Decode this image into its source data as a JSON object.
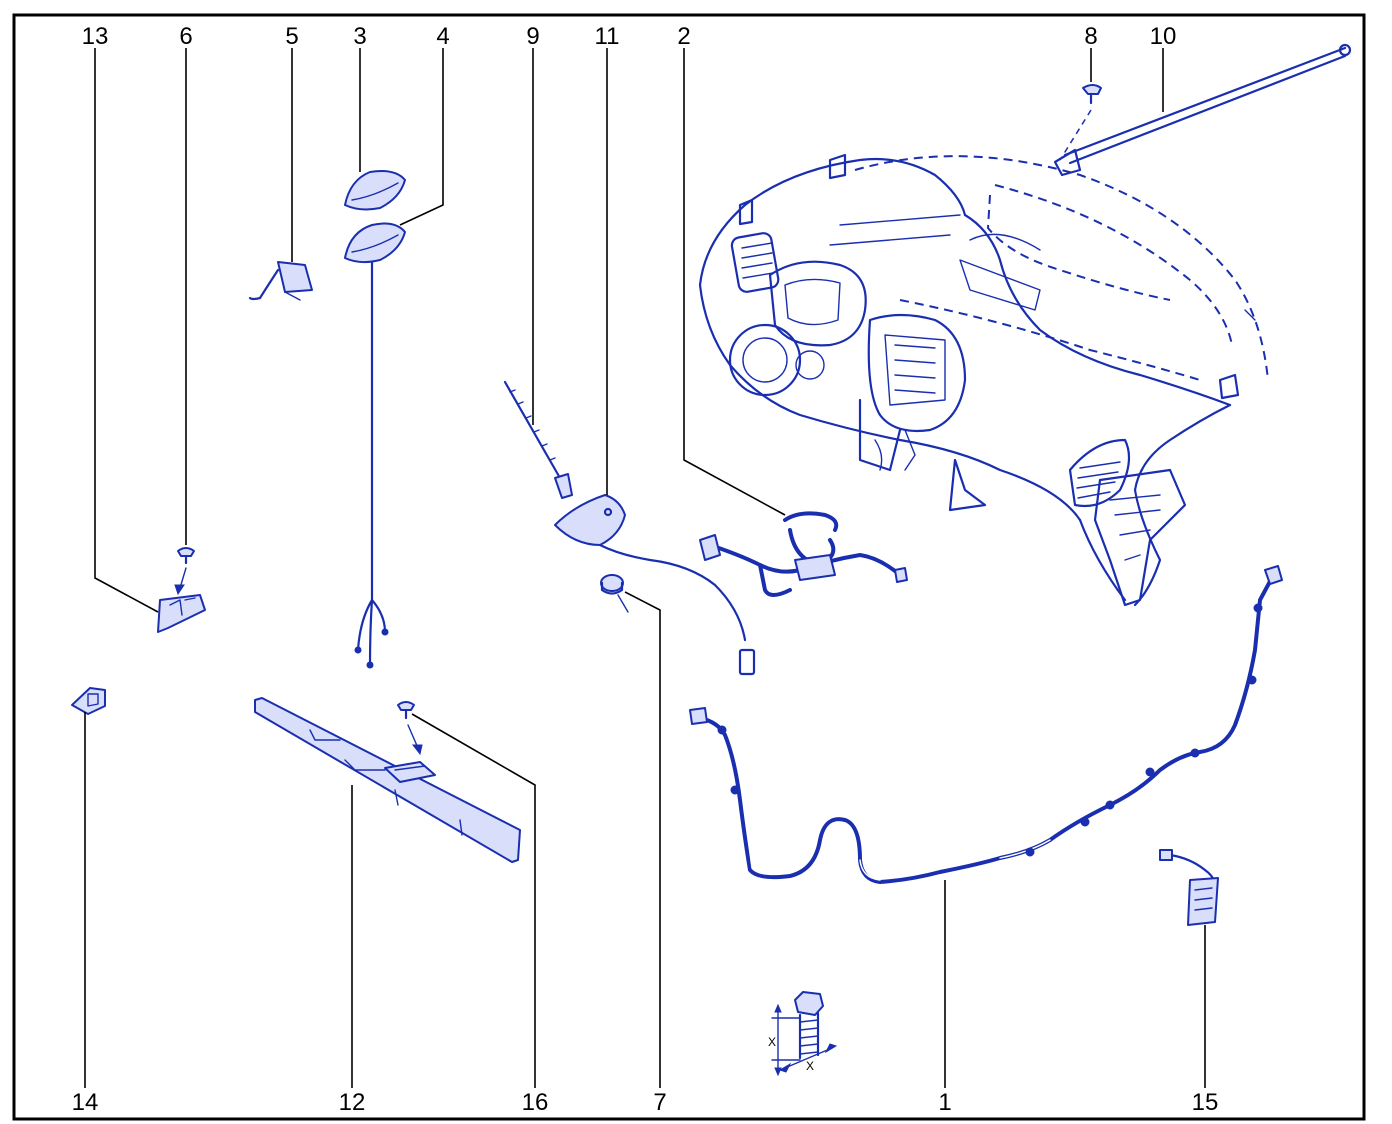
{
  "callouts": [
    {
      "id": "13",
      "text": "13"
    },
    {
      "id": "6",
      "text": "6"
    },
    {
      "id": "5",
      "text": "5"
    },
    {
      "id": "3",
      "text": "3"
    },
    {
      "id": "4",
      "text": "4"
    },
    {
      "id": "9",
      "text": "9"
    },
    {
      "id": "11",
      "text": "11"
    },
    {
      "id": "2",
      "text": "2"
    },
    {
      "id": "8",
      "text": "8"
    },
    {
      "id": "10",
      "text": "10"
    },
    {
      "id": "14",
      "text": "14"
    },
    {
      "id": "12",
      "text": "12"
    },
    {
      "id": "16",
      "text": "16"
    },
    {
      "id": "7",
      "text": "7"
    },
    {
      "id": "1",
      "text": "1"
    },
    {
      "id": "15",
      "text": "15"
    }
  ],
  "bolt_symbol": {
    "dim_label_left": "X",
    "dim_label_bottom": "X"
  },
  "colors": {
    "linework": "#1a2fb0",
    "callout_text": "#000000",
    "frame": "#000000"
  }
}
